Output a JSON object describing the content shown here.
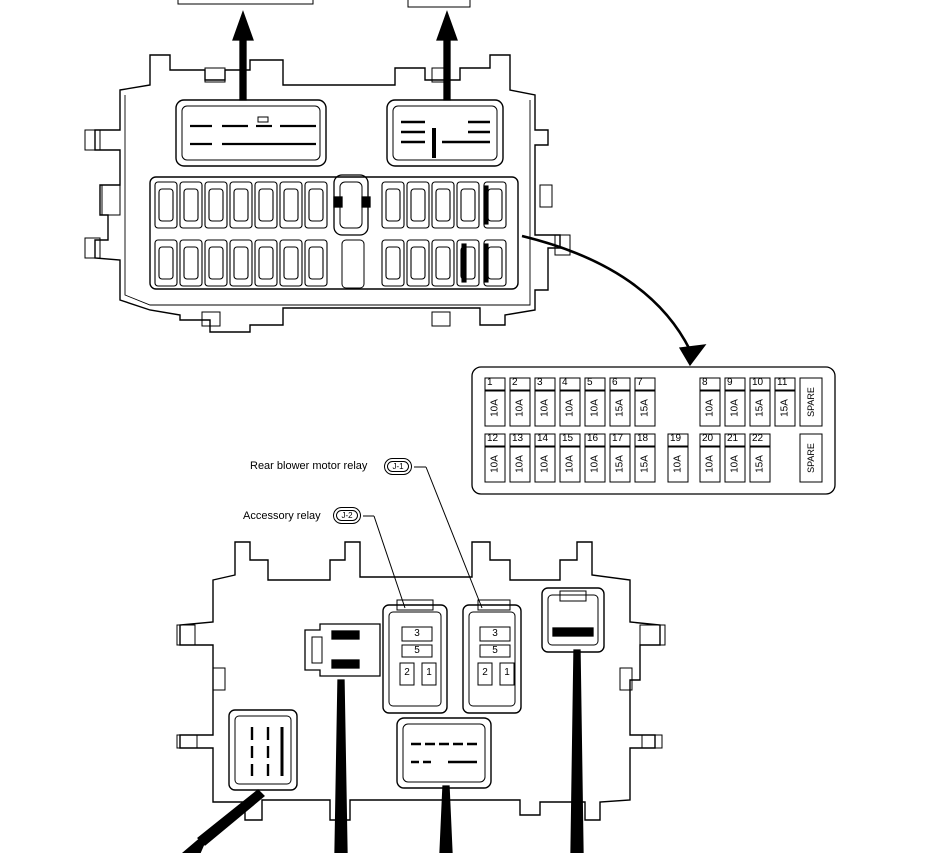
{
  "fuse_table": {
    "rows": [
      [
        {
          "num": "1",
          "rating": "10A"
        },
        {
          "num": "2",
          "rating": "10A"
        },
        {
          "num": "3",
          "rating": "10A"
        },
        {
          "num": "4",
          "rating": "10A"
        },
        {
          "num": "5",
          "rating": "10A"
        },
        {
          "num": "6",
          "rating": "15A"
        },
        {
          "num": "7",
          "rating": "15A"
        },
        {
          "num": "8",
          "rating": "10A"
        },
        {
          "num": "9",
          "rating": "10A"
        },
        {
          "num": "10",
          "rating": "15A"
        },
        {
          "num": "11",
          "rating": "15A"
        },
        {
          "num": "",
          "rating": "SPARE"
        }
      ],
      [
        {
          "num": "12",
          "rating": "10A"
        },
        {
          "num": "13",
          "rating": "10A"
        },
        {
          "num": "14",
          "rating": "10A"
        },
        {
          "num": "15",
          "rating": "10A"
        },
        {
          "num": "16",
          "rating": "10A"
        },
        {
          "num": "17",
          "rating": "15A"
        },
        {
          "num": "18",
          "rating": "15A"
        },
        {
          "num": "19",
          "rating": "10A"
        },
        {
          "num": "20",
          "rating": "10A"
        },
        {
          "num": "21",
          "rating": "10A"
        },
        {
          "num": "22",
          "rating": "15A"
        },
        {
          "num": "",
          "rating": "SPARE"
        }
      ]
    ]
  },
  "relays": {
    "rear_blower": {
      "label": "Rear blower motor relay",
      "code": "J-1"
    },
    "accessory": {
      "label": "Accessory relay",
      "code": "J-2"
    }
  },
  "relay_terminals": {
    "t3": "3",
    "t5": "5",
    "t2": "2",
    "t1": "1"
  }
}
